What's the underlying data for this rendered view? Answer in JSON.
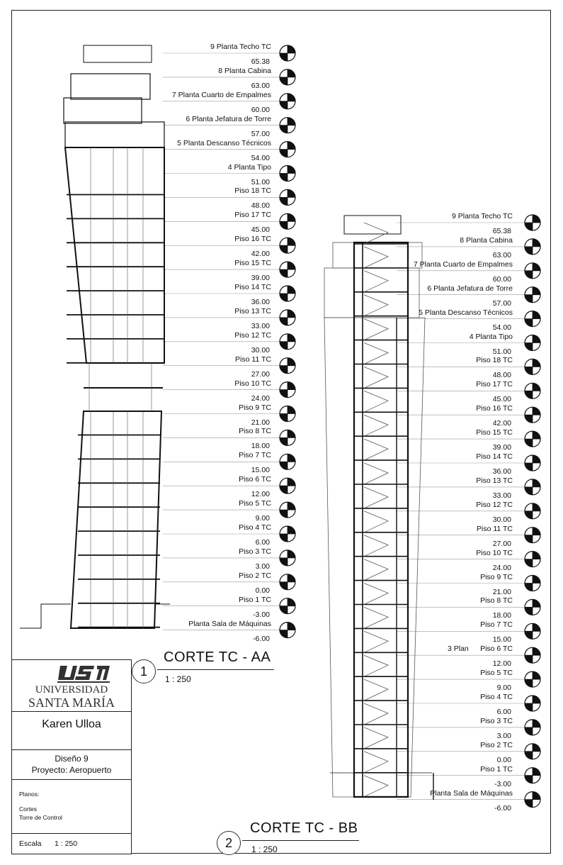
{
  "levels": [
    {
      "name": "9 Planta Techo TC",
      "value": "65.38"
    },
    {
      "name": "8 Planta Cabina",
      "value": "63.00"
    },
    {
      "name": "7 Planta Cuarto de Empalmes",
      "value": "60.00"
    },
    {
      "name": "6 Planta Jefatura de Torre",
      "value": "57.00"
    },
    {
      "name": "5 Planta Descanso Técnicos",
      "value": "54.00"
    },
    {
      "name": "4 Planta Tipo",
      "value": "51.00"
    },
    {
      "name": "Piso 18 TC",
      "value": "48.00"
    },
    {
      "name": "Piso 17 TC",
      "value": "45.00"
    },
    {
      "name": "Piso 16 TC",
      "value": "42.00"
    },
    {
      "name": "Piso 15 TC",
      "value": "39.00"
    },
    {
      "name": "Piso 14 TC",
      "value": "36.00"
    },
    {
      "name": "Piso 13 TC",
      "value": "33.00"
    },
    {
      "name": "Piso 12 TC",
      "value": "30.00"
    },
    {
      "name": "Piso 11 TC",
      "value": "27.00"
    },
    {
      "name": "Piso 10 TC",
      "value": "24.00"
    },
    {
      "name": "Piso 9 TC",
      "value": "21.00"
    },
    {
      "name": "Piso 8 TC",
      "value": "18.00"
    },
    {
      "name": "Piso 7 TC",
      "value": "15.00"
    },
    {
      "name": "Piso 6 TC",
      "value": "12.00"
    },
    {
      "name": "Piso 5 TC",
      "value": "9.00"
    },
    {
      "name": "Piso 4 TC",
      "value": "6.00"
    },
    {
      "name": "Piso 3 TC",
      "value": "3.00"
    },
    {
      "name": "Piso 2 TC",
      "value": "0.00"
    },
    {
      "name": "Piso 1 TC",
      "value": "-3.00"
    },
    {
      "name": "Planta Sala de Máquinas",
      "value": "-6.00"
    }
  ],
  "section_bb_piso6_prefix": "3 Plan",
  "section_aa": {
    "number": "1",
    "title": "CORTE TC - AA",
    "scale": "1 : 250"
  },
  "section_bb": {
    "number": "2",
    "title": "CORTE TC - BB",
    "scale": "1 : 250"
  },
  "title_block": {
    "university_line1": "UNIVERSIDAD",
    "university_line2": "SANTA MARÍA",
    "author": "Karen Ulloa",
    "course": "Diseño 9",
    "project": "Proyecto: Aeropuerto",
    "planos_label": "Planos:",
    "plan_line1": "Cortes",
    "plan_line2": "Torre de Control",
    "escala_label": "Escala",
    "escala_value": "1 : 250"
  },
  "colors": {
    "line": "#111111",
    "hatch": "#555555",
    "light": "#999999"
  },
  "icons": [
    "level-marker-icon",
    "usm-logo-icon"
  ]
}
